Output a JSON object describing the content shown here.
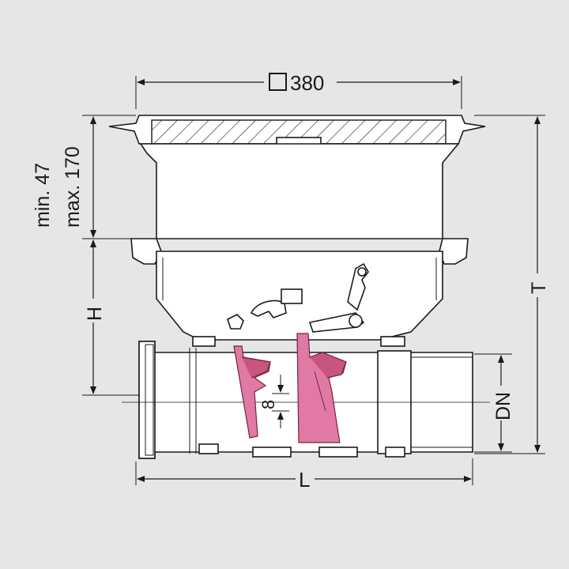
{
  "drawing": {
    "width_label": "380",
    "width_symbol": "square-icon",
    "min_label": "min. 47",
    "max_label": "max. 170",
    "height_label": "H",
    "total_height_label": "T",
    "nominal_diameter_label": "DN",
    "length_label": "L",
    "gap_label": "8"
  },
  "colors": {
    "background": "#e6e6e6",
    "outline": "#1a1a1a",
    "flap": "#e07aa4",
    "flap_dark": "#c8557f",
    "body": "#ffffff"
  }
}
